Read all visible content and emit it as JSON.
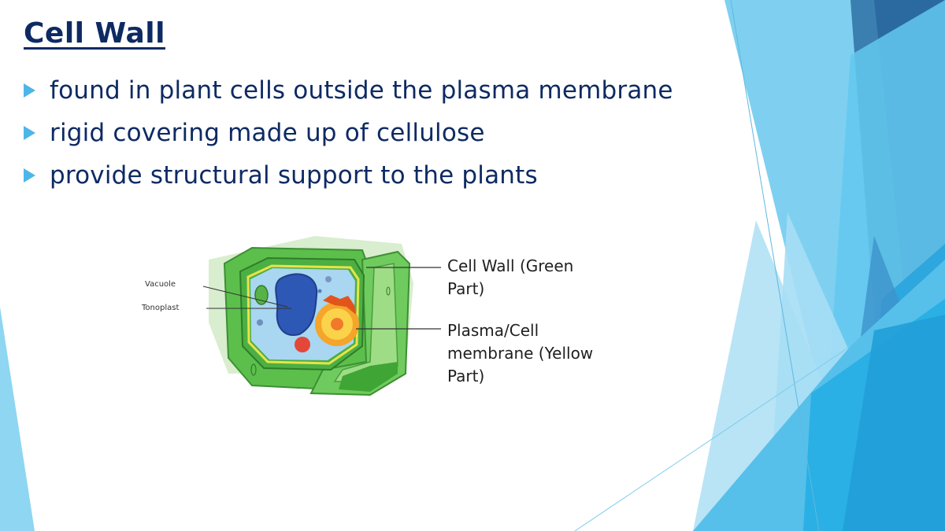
{
  "slide": {
    "title": "Cell Wall",
    "bullets": [
      "found in plant cells outside the plasma membrane",
      "rigid covering made up of cellulose",
      "provide structural support to the plants"
    ]
  },
  "figure": {
    "subject": "plant cell diagram",
    "small_labels": {
      "vacuole": "Vacuole",
      "tonoplast": "Tonoplast"
    },
    "labels": {
      "cell_wall_line1": "Cell Wall (Green",
      "cell_wall_line2": "Part)",
      "membrane_line1": "Plasma/Cell",
      "membrane_line2": "membrane (Yellow",
      "membrane_line3": "Part)"
    }
  },
  "theme": {
    "title_color": "#0e2a63",
    "bullet_color": "#4db6e8",
    "accent_light": "#7fd0f0",
    "accent_mid": "#29ace2",
    "accent_dark": "#2a6aa0"
  }
}
